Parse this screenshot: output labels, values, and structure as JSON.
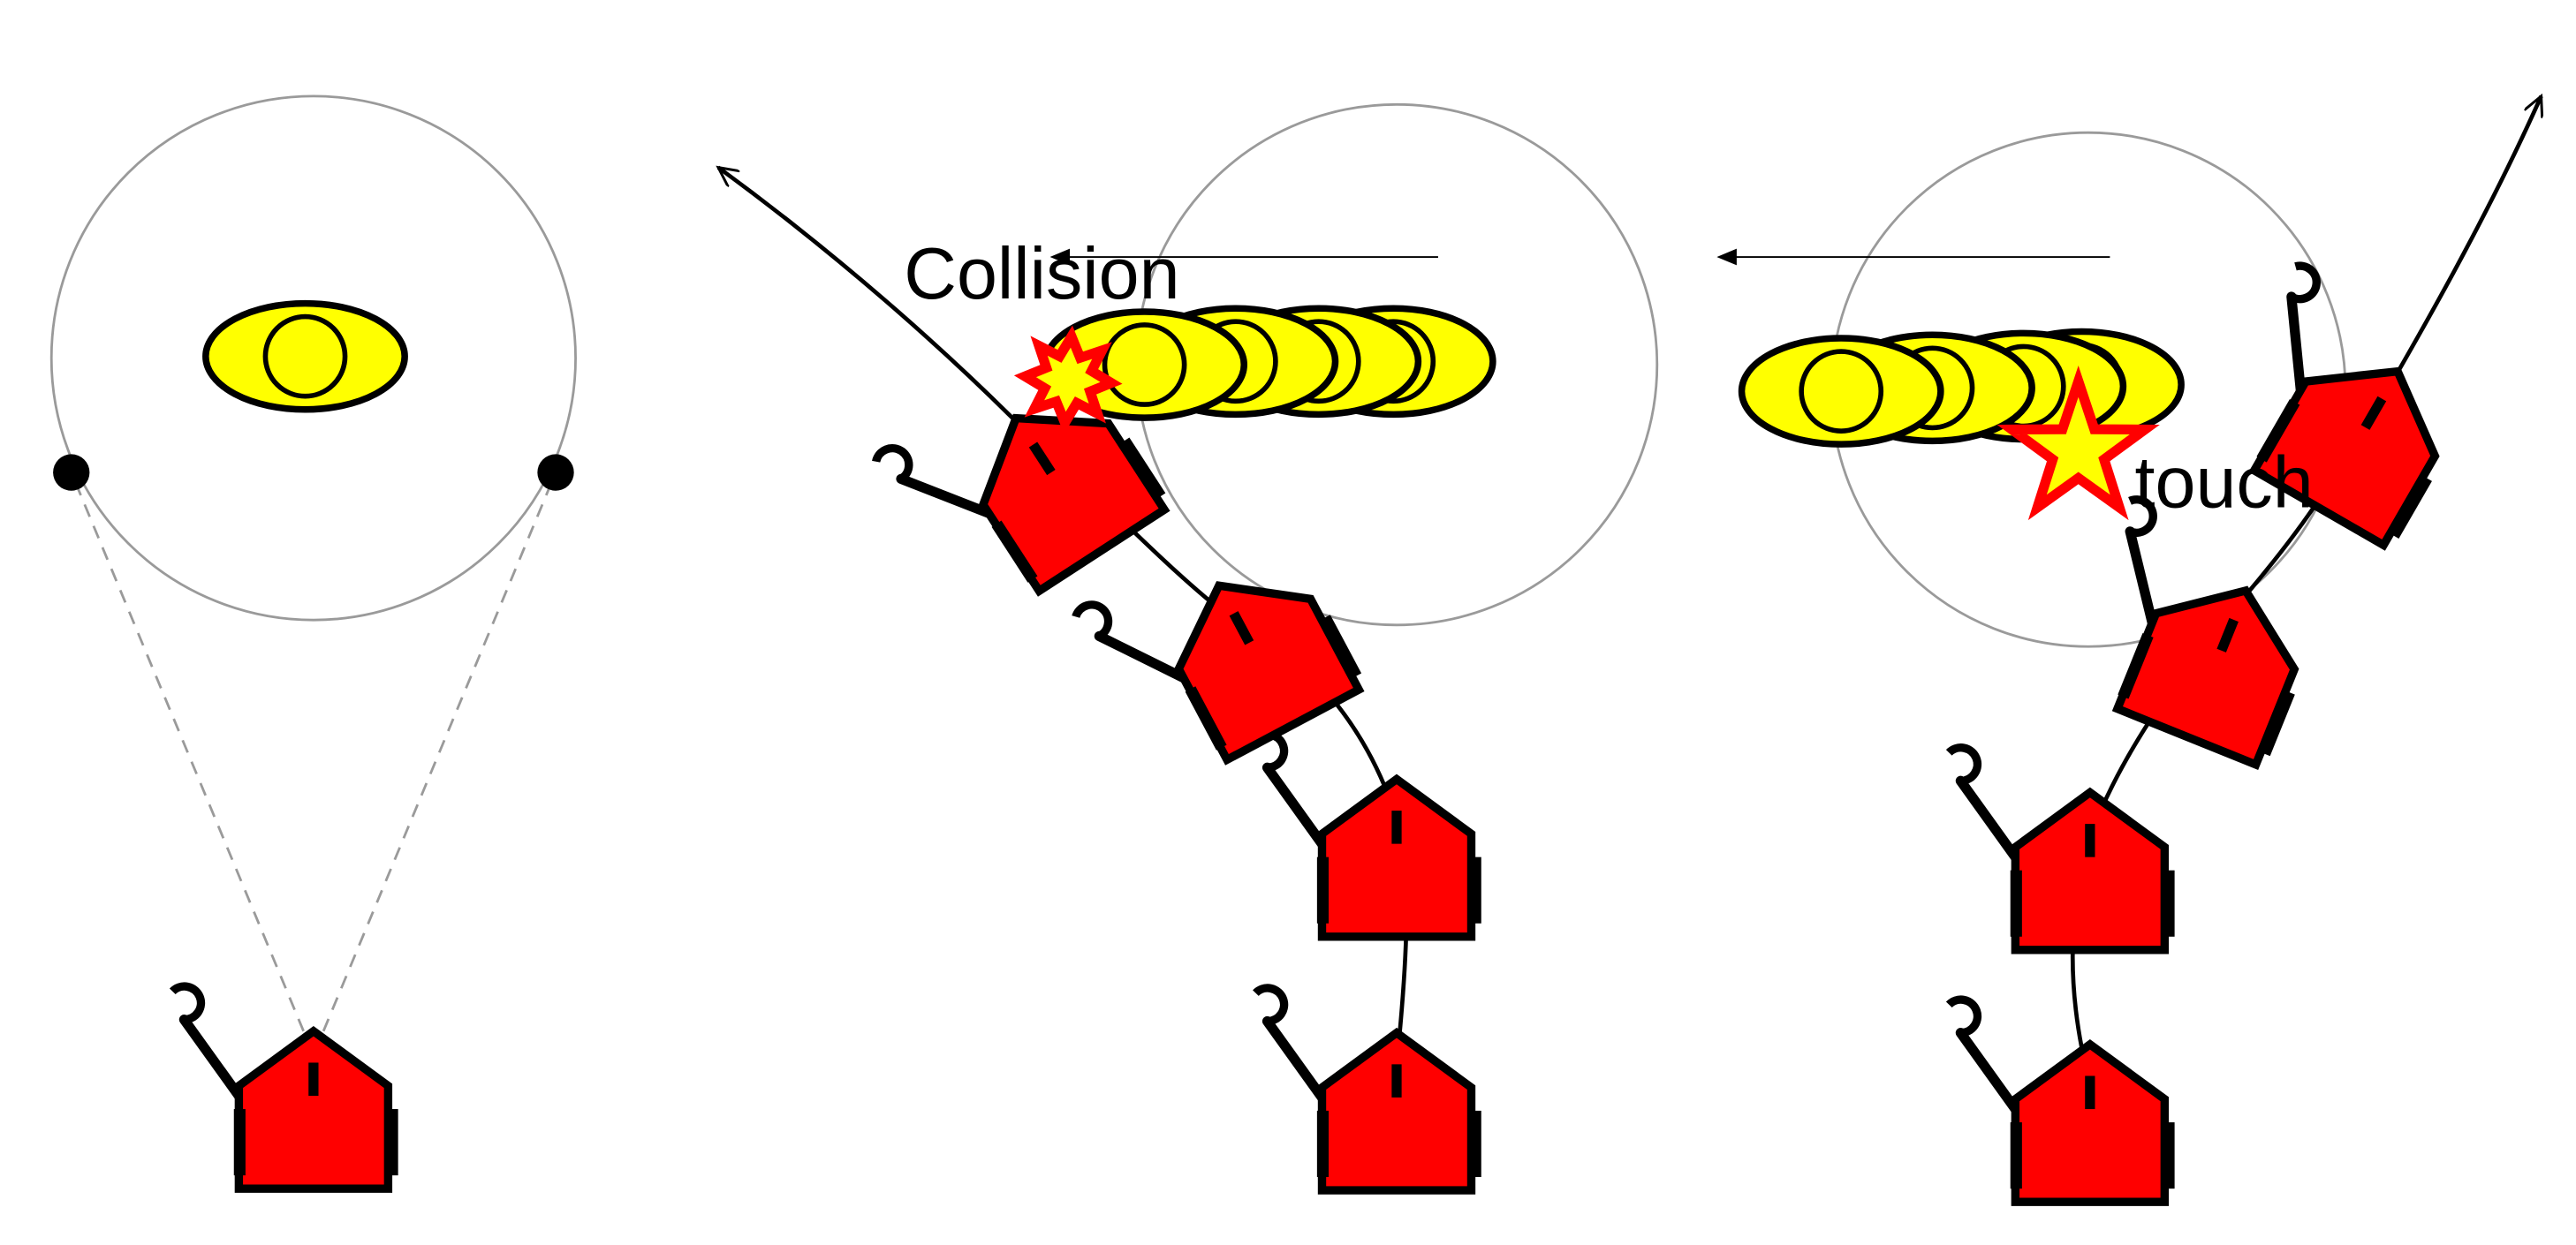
{
  "colors": {
    "robot": "#ff0000",
    "puck": "#ffff00",
    "outline": "#000000",
    "range_circle": "#9a9a9a",
    "sight_line": "#9a9a9a",
    "star": "#ff0000"
  },
  "panels": [
    {
      "id": "detection",
      "label": ""
    },
    {
      "id": "collision",
      "label": "Collision"
    },
    {
      "id": "touch",
      "label": "touch"
    }
  ],
  "icons": [
    "robot-icon",
    "puck-icon",
    "collision-burst-icon",
    "touch-star-icon",
    "arrow-icon"
  ]
}
